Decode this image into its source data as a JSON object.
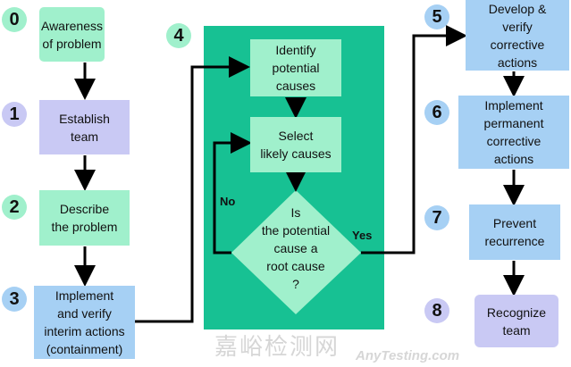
{
  "steps": [
    {
      "num": "0",
      "label": "Awareness\nof problem"
    },
    {
      "num": "1",
      "label": "Establish\nteam"
    },
    {
      "num": "2",
      "label": "Describe\nthe problem"
    },
    {
      "num": "3",
      "label": "Implement\nand verify\ninterim actions\n(containment)"
    },
    {
      "num": "4"
    },
    {
      "num": "5",
      "label": "Develop &\nverify\ncorrective\nactions"
    },
    {
      "num": "6",
      "label": "Implement\npermanent\ncorrective\nactions"
    },
    {
      "num": "7",
      "label": "Prevent\nrecurrence"
    },
    {
      "num": "8",
      "label": "Recognize\nteam"
    }
  ],
  "step4": {
    "identify": "Identify\npotential\ncauses",
    "select": "Select\nlikely causes",
    "decision": "Is\nthe potential\ncause a\nroot cause\n?",
    "no": "No",
    "yes": "Yes"
  },
  "watermark": {
    "cn": "嘉峪检测网",
    "en": "AnyTesting.com"
  },
  "colors": {
    "green": "#a0f0cc",
    "lavender": "#c9c9f4",
    "blue": "#a6d0f4",
    "panel": "#17c193"
  }
}
